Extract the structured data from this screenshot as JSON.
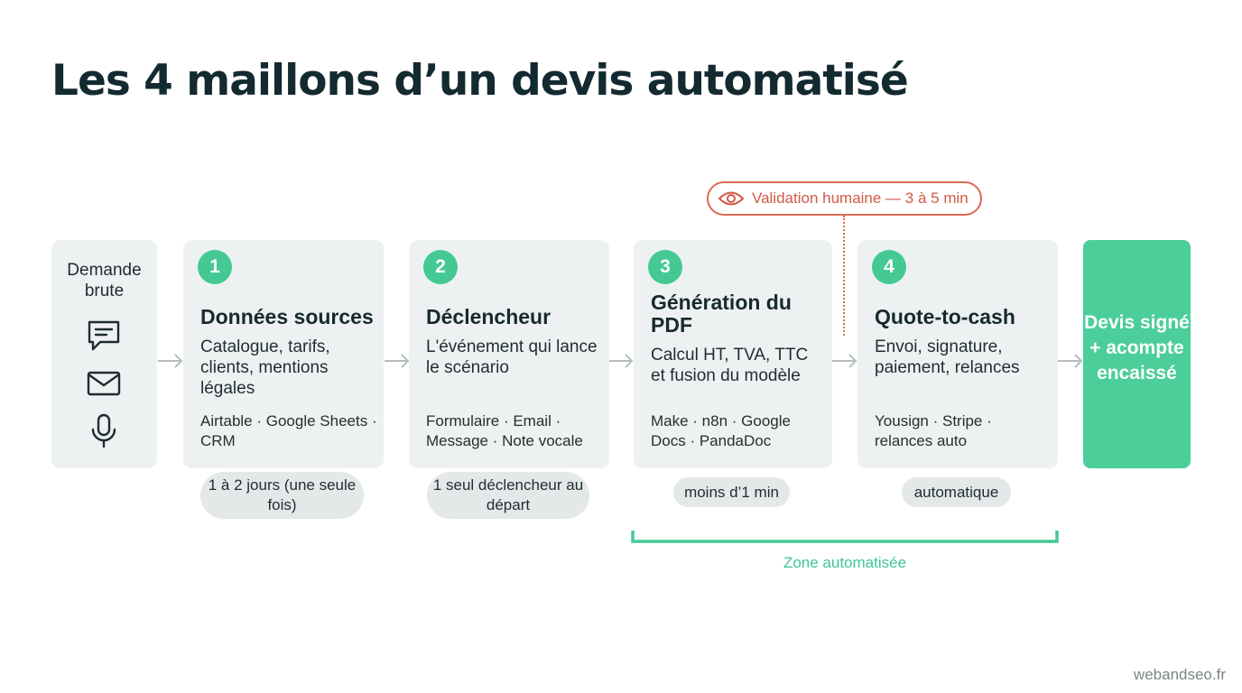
{
  "title": "Les 4 maillons d’un devis automatisé",
  "source": {
    "label": "Demande brute",
    "icons": [
      "chat-icon",
      "mail-icon",
      "microphone-icon"
    ]
  },
  "steps": [
    {
      "number": "1",
      "title": "Données sources",
      "description": "Catalogue, tarifs, clients, mentions légales",
      "tools": "Airtable · Google Sheets · CRM",
      "pill": "1 à 2 jours (une seule fois)"
    },
    {
      "number": "2",
      "title": "Déclencheur",
      "description": "L'événement qui lance le scénario",
      "tools": "Formulaire · Email · Message · Note vocale",
      "pill": "1 seul déclencheur au départ"
    },
    {
      "number": "3",
      "title": "Génération du PDF",
      "description": "Calcul HT, TVA, TTC et fusion du modèle",
      "tools": "Make · n8n · Google Docs · PandaDoc",
      "pill": "moins d’1 min"
    },
    {
      "number": "4",
      "title": "Quote-to-cash",
      "description": "Envoi, signature, paiement, relances",
      "tools": "Yousign · Stripe · relances auto",
      "pill": "automatique"
    }
  ],
  "result": {
    "label": "Devis signé + acompte encaissé"
  },
  "validation": {
    "label": "Validation humaine — 3 à 5 min",
    "icon": "eye-icon"
  },
  "zone": {
    "label": "Zone automatisée"
  },
  "watermark": "webandseo.fr",
  "colors": {
    "accent_green": "#44c994",
    "validation_red": "#dc6a55",
    "card_bg": "#eef1f1",
    "title_dark": "#132a30"
  }
}
